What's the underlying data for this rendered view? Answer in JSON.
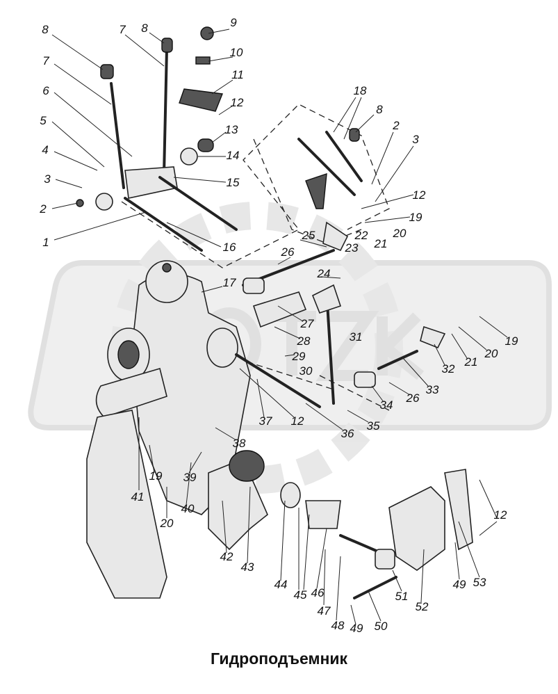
{
  "title": "Гидроподъемник",
  "watermark": "OTZK",
  "labels": [
    "8",
    "7",
    "8",
    "9",
    "10",
    "11",
    "12",
    "13",
    "14",
    "15",
    "16",
    "1",
    "2",
    "3",
    "4",
    "5",
    "6",
    "7",
    "18",
    "8",
    "2",
    "3",
    "12",
    "19",
    "20",
    "21",
    "22",
    "23",
    "25",
    "26",
    "24",
    "17",
    "27",
    "28",
    "29",
    "30",
    "31",
    "19",
    "20",
    "21",
    "32",
    "33",
    "26",
    "34",
    "35",
    "36",
    "12",
    "37",
    "38",
    "39",
    "40",
    "41",
    "19",
    "20",
    "42",
    "43",
    "44",
    "45",
    "46",
    "47",
    "48",
    "49",
    "50",
    "51",
    "52",
    "49",
    "53",
    "12"
  ]
}
